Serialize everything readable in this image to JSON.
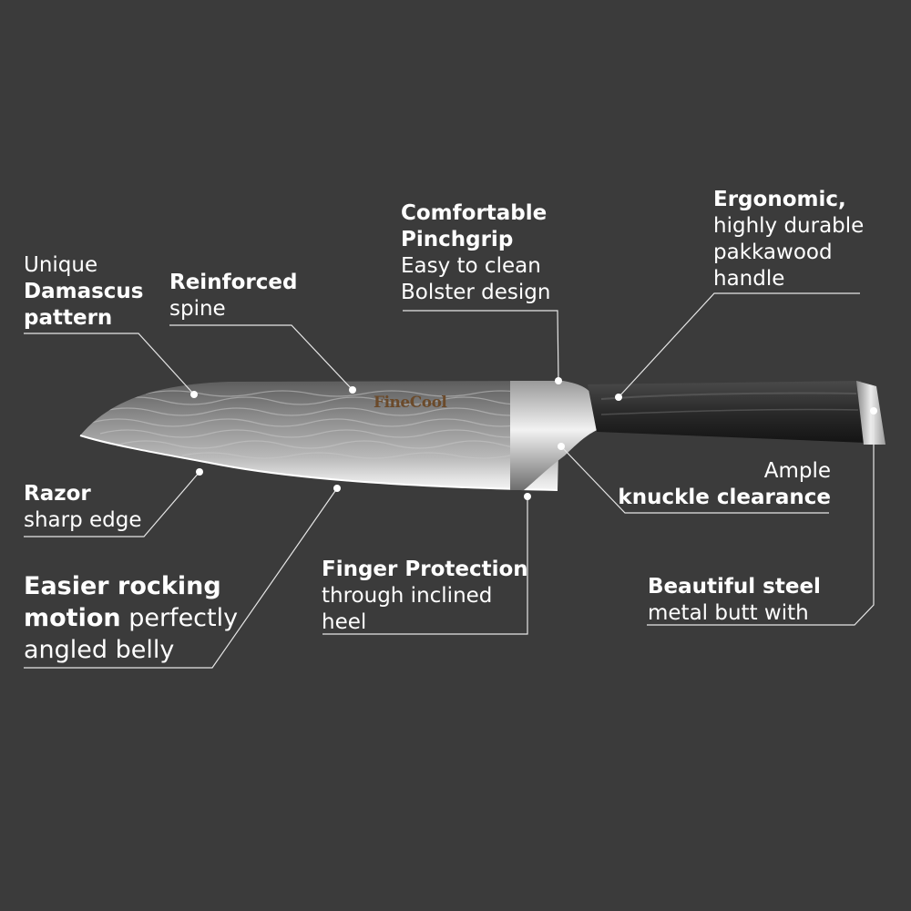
{
  "brand": {
    "logo_text": "FineCool"
  },
  "colors": {
    "background": "#3b3b3b",
    "line": "#e6e6e6",
    "text": "#ffffff"
  },
  "callouts": {
    "damascus": {
      "l1": "Unique",
      "l2": "Damascus",
      "l3": "pattern"
    },
    "spine": {
      "bold": "Reinforced",
      "l2": "spine"
    },
    "pinchgrip": {
      "l1": "Comfortable",
      "l2": "Pinchgrip",
      "l3": "Easy to clean",
      "l4": "Bolster design"
    },
    "handle": {
      "l1": "Ergonomic,",
      "l2": "highly durable",
      "l3": "pakkawood",
      "l4": "handle"
    },
    "razor": {
      "bold": "Razor",
      "l2": "sharp edge"
    },
    "rocking": {
      "b1": "Easier rocking",
      "b2": "motion",
      "t2": " perfectly",
      "l3": "angled belly"
    },
    "finger": {
      "bold": "Finger Protection",
      "l2": "through inclined",
      "l3": "heel"
    },
    "knuckle": {
      "l1": "Ample",
      "bold": "knuckle clearance"
    },
    "butt": {
      "bold": "Beautiful steel",
      "l2": "metal butt with"
    }
  }
}
